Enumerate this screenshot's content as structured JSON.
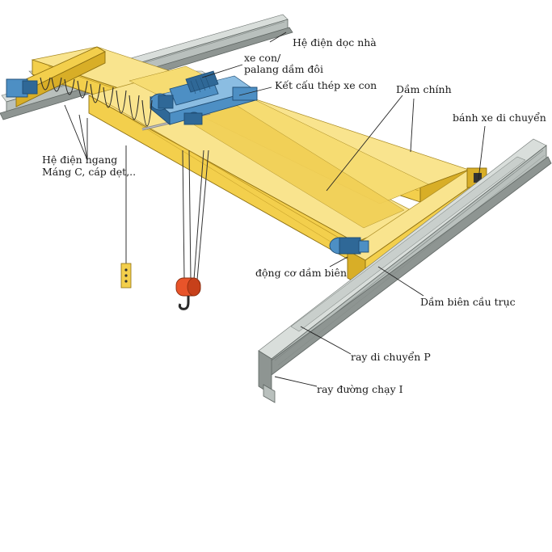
{
  "labels": {
    "he_dien_doc_nha": "Hệ điện dọc nhà",
    "xe_con_1": "xe con/",
    "xe_con_2": "palang dầm đôi",
    "ket_cau_thep": "Kết cấu thép xe con",
    "dam_chinh": "Dầm chính",
    "banh_xe": "bánh xe di chuyển",
    "he_dien_ngang_1": "Hệ điện ngang",
    "he_dien_ngang_2": "Máng C, cáp dẹt,..",
    "dong_co": "động cơ dầm biên",
    "dam_bien": "Dầm biên cầu trục",
    "ray_di_chuyen": "ray di chuyển P",
    "ray_duong_chay": "ray đường chạy I"
  },
  "colors": {
    "girder": "#f3cf4c",
    "trolley": "#4d8fc4",
    "rail": "#b9c0bd",
    "hook_block": "#e8542a"
  }
}
